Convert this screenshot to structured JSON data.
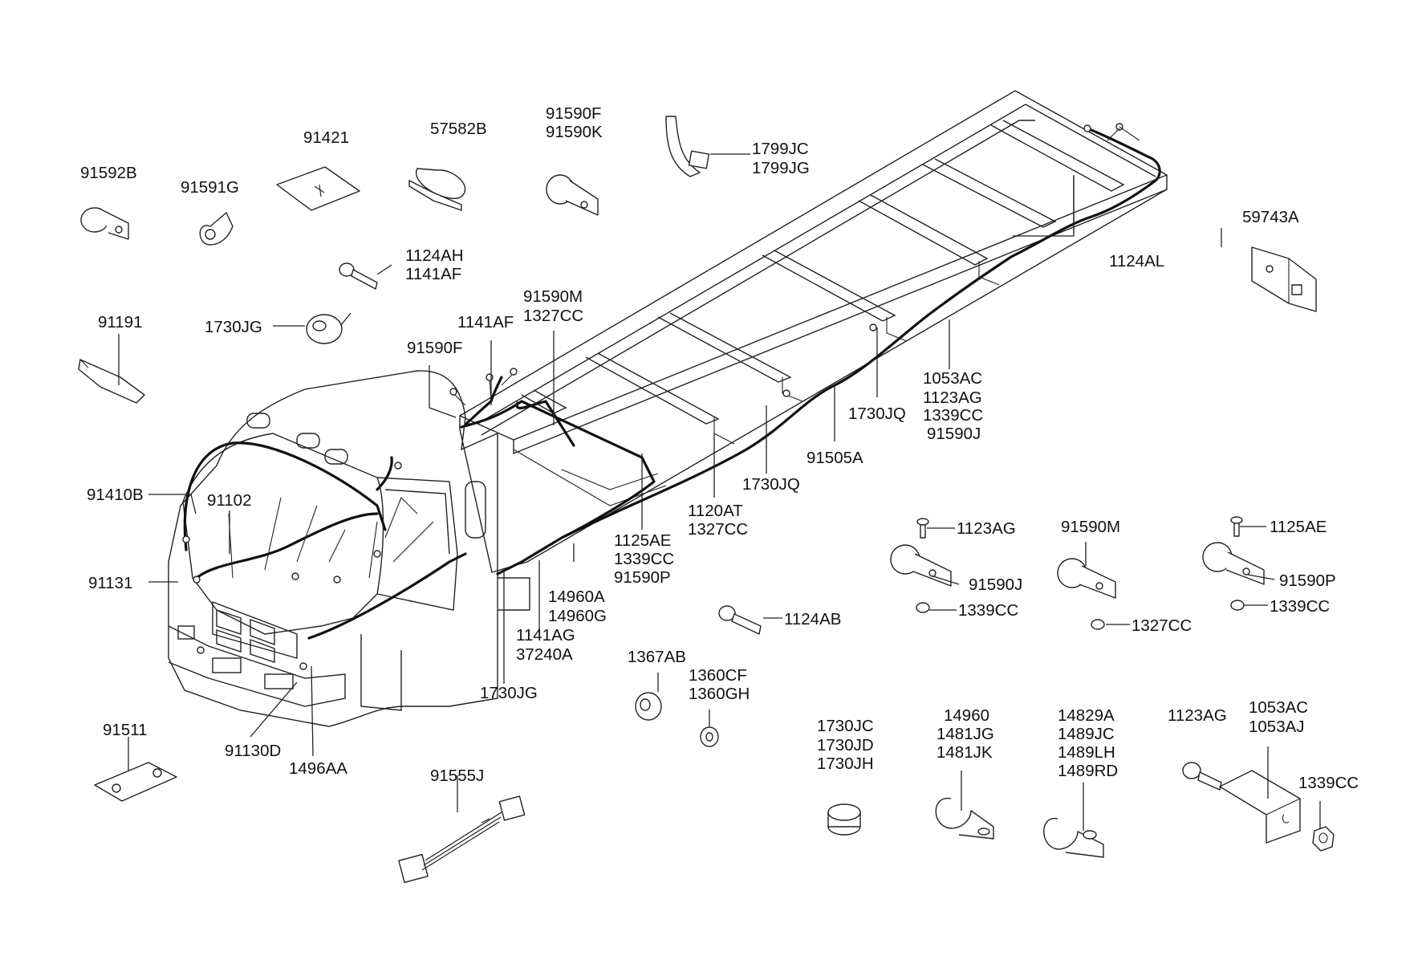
{
  "labels": {
    "l_91592B": "91592B",
    "l_91591G": "91591G",
    "l_91421": "91421",
    "l_57582B": "57582B",
    "l_91590F_top": "91590F",
    "l_91590K": "91590K",
    "l_1799JC": "1799JC",
    "l_1799JG": "1799JG",
    "l_59743A": "59743A",
    "l_1124AL": "1124AL",
    "l_1124AH": "1124AH",
    "l_1141AF_a": "1141AF",
    "l_91191": "91191",
    "l_1730JG_a": "1730JG",
    "l_91590M_a": "91590M",
    "l_1327CC_a": "1327CC",
    "l_1141AF_b": "1141AF",
    "l_91590F_b": "91590F",
    "l_1053AC_a": "1053AC",
    "l_1123AG_a": "1123AG",
    "l_1339CC_a": "1339CC",
    "l_91590J_a": "91590J",
    "l_1730JQ_a": "1730JQ",
    "l_91505A": "91505A",
    "l_1730JQ_b": "1730JQ",
    "l_1120AT": "1120AT",
    "l_1327CC_b": "1327CC",
    "l_91410B": "91410B",
    "l_91102": "91102",
    "l_1125AE_a": "1125AE",
    "l_1339CC_b": "1339CC",
    "l_91590P_a": "91590P",
    "l_1123AG_b": "1123AG",
    "l_91590M_b": "91590M",
    "l_1125AE_b": "1125AE",
    "l_91131": "91131",
    "l_14960A": "14960A",
    "l_14960G": "14960G",
    "l_91590J_b": "91590J",
    "l_91590P_b": "91590P",
    "l_1339CC_c": "1339CC",
    "l_1339CC_d": "1339CC",
    "l_1124AB": "1124AB",
    "l_1327CC_c": "1327CC",
    "l_1141AG": "1141AG",
    "l_37240A": "37240A",
    "l_1367AB": "1367AB",
    "l_1360CF": "1360CF",
    "l_1360GH": "1360GH",
    "l_1730JG_b": "1730JG",
    "l_1053AC_b": "1053AC",
    "l_1053AJ": "1053AJ",
    "l_1123AG_c": "1123AG",
    "l_14829A": "14829A",
    "l_1489JC": "1489JC",
    "l_1489LH": "1489LH",
    "l_1489RD": "1489RD",
    "l_14960": "14960",
    "l_1481JG": "1481JG",
    "l_1481JK": "1481JK",
    "l_1730JC": "1730JC",
    "l_1730JD": "1730JD",
    "l_1730JH": "1730JH",
    "l_1339CC_e": "1339CC",
    "l_91511": "91511",
    "l_91130D": "91130D",
    "l_1496AA": "1496AA",
    "l_91555J": "91555J"
  }
}
